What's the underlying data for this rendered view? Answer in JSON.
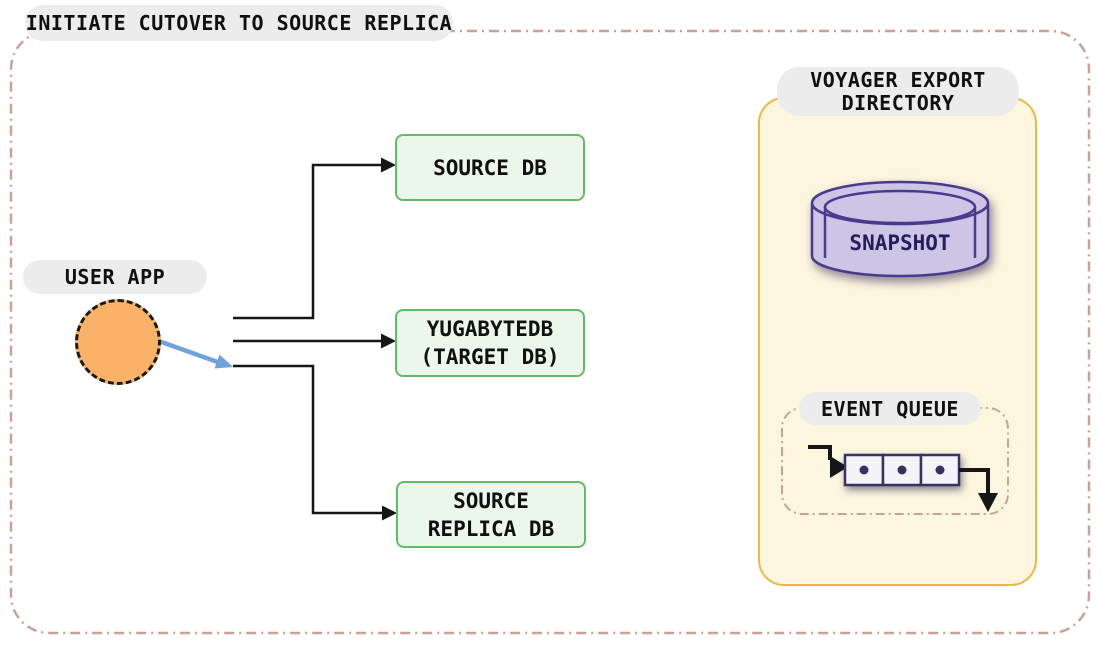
{
  "diagram": {
    "title": "INITIATE CUTOVER TO SOURCE REPLICA",
    "user_app": {
      "label": "USER APP"
    },
    "databases": [
      {
        "line1": "SOURCE DB",
        "line2": ""
      },
      {
        "line1": "YUGABYTEDB",
        "line2": "(TARGET DB)"
      },
      {
        "line1": "SOURCE",
        "line2": "REPLICA DB"
      }
    ],
    "voyager": {
      "title_line1": "VOYAGER EXPORT",
      "title_line2": "DIRECTORY",
      "snapshot": {
        "label": "SNAPSHOT"
      },
      "event_queue": {
        "label": "EVENT QUEUE",
        "item_count": 3
      }
    },
    "colors": {
      "outer_dash": "#c8a294",
      "pill_bg": "#ececec",
      "db_box_fill": "#ecf7eb",
      "db_box_border": "#63bb66",
      "user_circle_fill": "#f9b267",
      "blue_arrow": "#6fa3dc",
      "line_black": "#161616",
      "voyager_fill": "#fdf6df",
      "voyager_border": "#ebb844",
      "cylinder_fill": "#cdc4e6",
      "cylinder_stroke": "#4a3a8c",
      "queue_cell_fill": "#f4f4f8",
      "queue_cell_stroke": "#353364"
    }
  }
}
